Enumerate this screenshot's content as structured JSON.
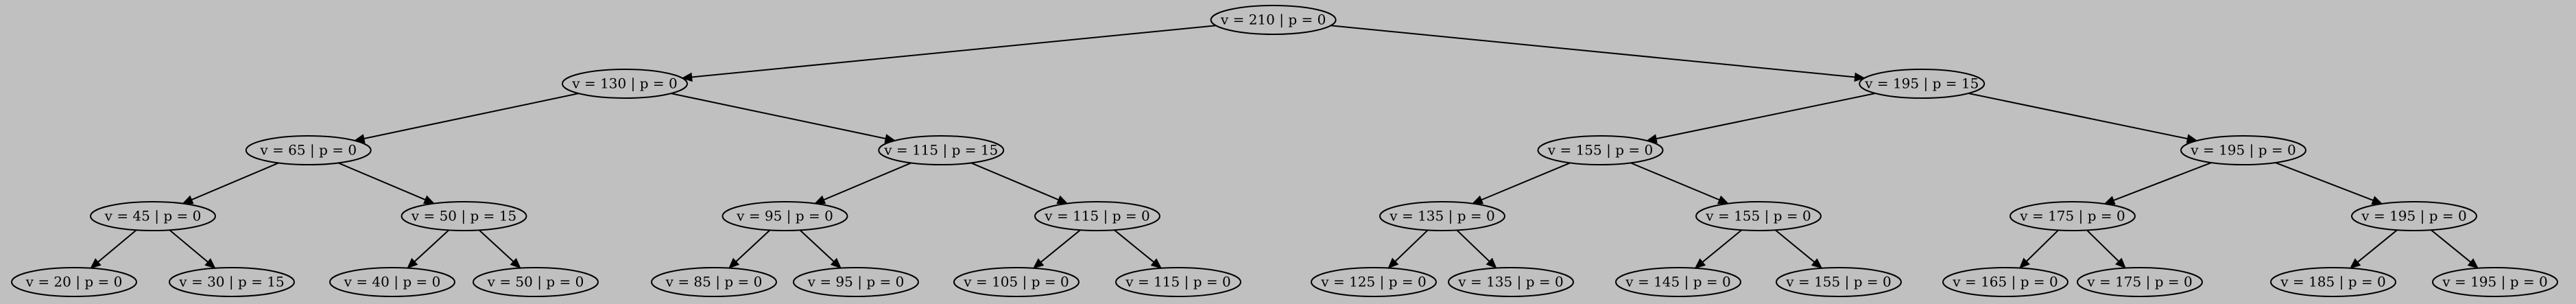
{
  "diagram": {
    "type": "binary-tree",
    "background": "#c0c0c0",
    "stroke_color": "#000000",
    "root": {
      "label": "v = 210 | p = 0",
      "children": [
        {
          "label": "v = 130 | p = 0",
          "children": [
            {
              "label": "v = 65 | p = 0",
              "children": [
                {
                  "label": "v = 45 | p = 0",
                  "children": [
                    {
                      "label": "v = 20 | p = 0",
                      "children": []
                    },
                    {
                      "label": "v = 30 | p = 15",
                      "children": []
                    }
                  ]
                },
                {
                  "label": "v = 50 | p = 15",
                  "children": [
                    {
                      "label": "v = 40 | p = 0",
                      "children": []
                    },
                    {
                      "label": "v = 50 | p = 0",
                      "children": []
                    }
                  ]
                }
              ]
            },
            {
              "label": "v = 115 | p = 15",
              "children": [
                {
                  "label": "v = 95 | p = 0",
                  "children": [
                    {
                      "label": "v = 85 | p = 0",
                      "children": []
                    },
                    {
                      "label": "v = 95 | p = 0",
                      "children": []
                    }
                  ]
                },
                {
                  "label": "v = 115 | p = 0",
                  "children": [
                    {
                      "label": "v = 105 | p = 0",
                      "children": []
                    },
                    {
                      "label": "v = 115 | p = 0",
                      "children": []
                    }
                  ]
                }
              ]
            }
          ]
        },
        {
          "label": "v = 195 | p = 15",
          "children": [
            {
              "label": "v = 155 | p = 0",
              "children": [
                {
                  "label": "v = 135 | p = 0",
                  "children": [
                    {
                      "label": "v = 125 | p = 0",
                      "children": []
                    },
                    {
                      "label": "v = 135 | p = 0",
                      "children": []
                    }
                  ]
                },
                {
                  "label": "v = 155 | p = 0",
                  "children": [
                    {
                      "label": "v = 145 | p = 0",
                      "children": []
                    },
                    {
                      "label": "v = 155 | p = 0",
                      "children": []
                    }
                  ]
                }
              ]
            },
            {
              "label": "v = 195 | p = 0",
              "children": [
                {
                  "label": "v = 175 | p = 0",
                  "children": [
                    {
                      "label": "v = 165 | p = 0",
                      "children": []
                    },
                    {
                      "label": "v = 175 | p = 0",
                      "children": []
                    }
                  ]
                },
                {
                  "label": "v = 195 | p = 0",
                  "children": [
                    {
                      "label": "v = 185 | p = 0",
                      "children": []
                    },
                    {
                      "label": "v = 195 | p = 0",
                      "children": []
                    }
                  ]
                }
              ]
            }
          ]
        }
      ]
    }
  }
}
